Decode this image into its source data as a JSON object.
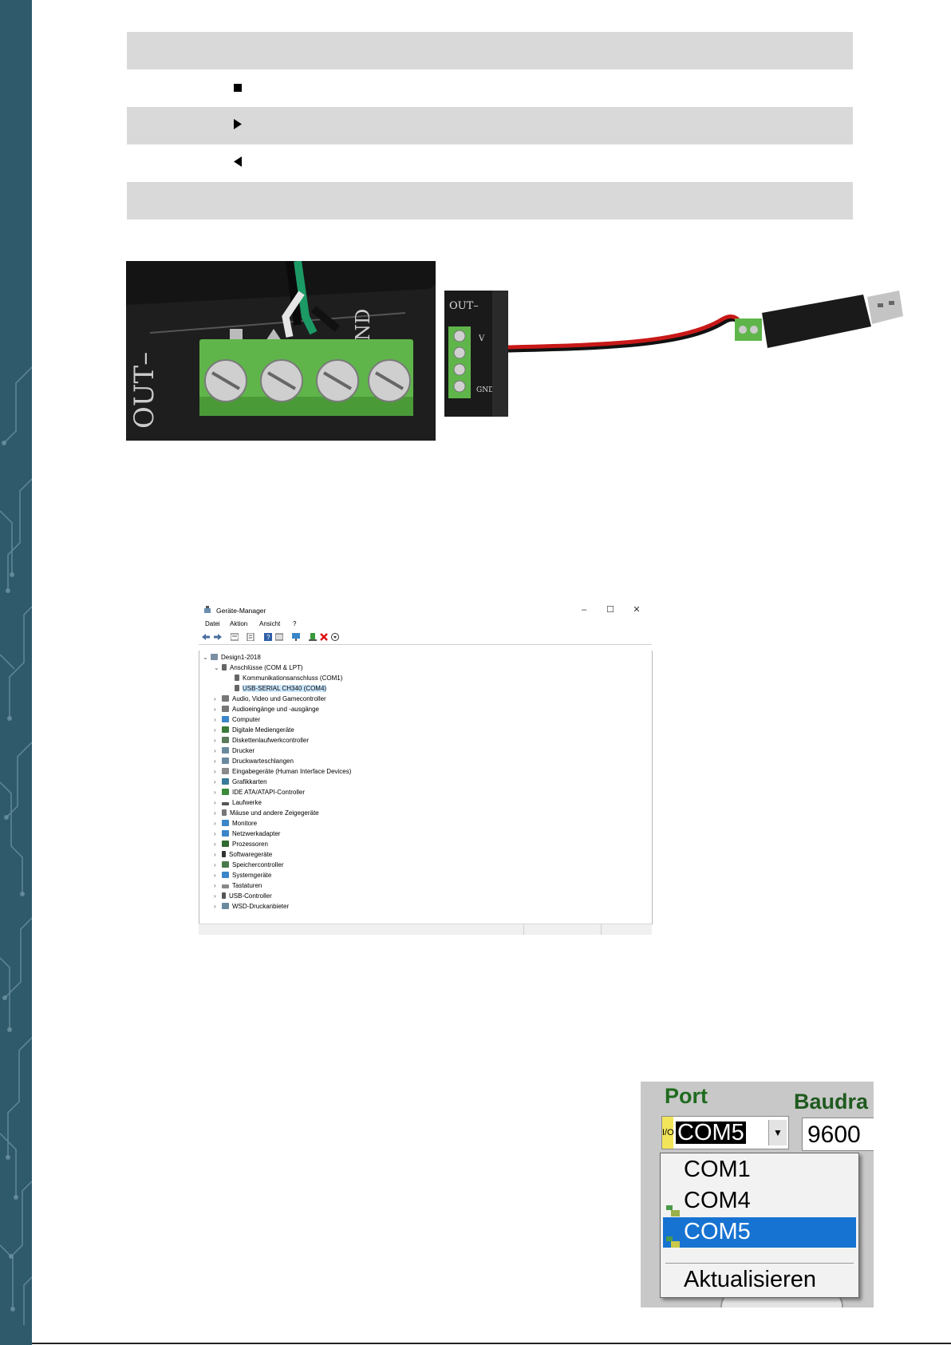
{
  "table": {
    "rows": [
      {
        "shade": true,
        "symbol": ""
      },
      {
        "shade": false,
        "symbol": "square"
      },
      {
        "shade": true,
        "symbol": "triangle-right"
      },
      {
        "shade": false,
        "symbol": "triangle-left"
      },
      {
        "shade": true,
        "symbol": ""
      }
    ]
  },
  "photo1": {
    "board_label": "OUT–",
    "terminal_label": "ND"
  },
  "photo2": {
    "board_label": "OUT–",
    "terminal_labels": [
      "V",
      "GND"
    ]
  },
  "device_manager": {
    "title": "Geräte-Manager",
    "window_controls": [
      "–",
      "☐",
      "✕"
    ],
    "menu": [
      "Datei",
      "Aktion",
      "Ansicht",
      "?"
    ],
    "root": "Design1-2018",
    "ports_group": "Anschlüsse (COM & LPT)",
    "port_items": [
      "Kommunikationsanschluss (COM1)",
      "USB-SERIAL CH340 (COM4)"
    ],
    "categories": [
      "Audio, Video und Gamecontroller",
      "Audioeingänge und -ausgänge",
      "Computer",
      "Digitale Mediengeräte",
      "Diskettenlaufwerkcontroller",
      "Drucker",
      "Druckwarteschlangen",
      "Eingabegeräte (Human Interface Devices)",
      "Grafikkarten",
      "IDE ATA/ATAPI-Controller",
      "Laufwerke",
      "Mäuse und andere Zeigegeräte",
      "Monitore",
      "Netzwerkadapter",
      "Prozessoren",
      "Softwaregeräte",
      "Speichercontroller",
      "Systemgeräte",
      "Tastaturen",
      "USB-Controller",
      "WSD-Druckanbieter"
    ]
  },
  "port_dialog": {
    "port_label": "Port",
    "baud_label": "Baudra",
    "io_label": "I/O",
    "selected_port": "COM5",
    "baud_value": "9600",
    "options": [
      "COM1",
      "COM4",
      "COM5"
    ],
    "refresh": "Aktualisieren"
  },
  "colors": {
    "sidebar": "#2e5a6b",
    "table_shade": "#d9d9d9",
    "selection_blue": "#1773d1",
    "tree_selection": "#cce8ff",
    "port_label_green": "#1f6b1f"
  }
}
